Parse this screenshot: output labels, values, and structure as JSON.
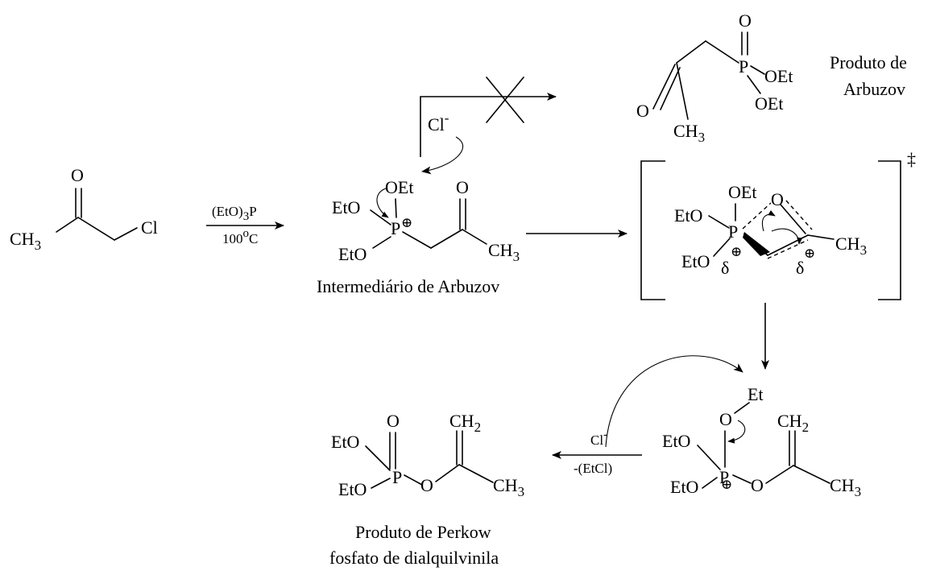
{
  "atoms": {
    "O": "O",
    "Cl": "Cl",
    "CH3": "CH",
    "sub3": "3",
    "CH2": "CH",
    "sub2": "2",
    "P": "P",
    "OEt": "OEt",
    "EtO": "EtO",
    "Et": "Et",
    "Cl_minus": "Cl",
    "minus": "-",
    "delta": "δ",
    "plus": "⊕",
    "dagger": "‡"
  },
  "reagent": {
    "line1_a": "(EtO)",
    "line1_sub": "3",
    "line1_b": "P",
    "line2_a": "100",
    "line2_sup": "o",
    "line2_b": "C"
  },
  "elimination": {
    "line1": "Cl",
    "line1_sup": "-",
    "line2": "-(EtCl)"
  },
  "labels": {
    "arbuzov_product_1": "Produto de",
    "arbuzov_product_2": "Arbuzov",
    "arbuzov_intermediate": "Intermediário de Arbuzov",
    "perkow_product_1": "Produto de Perkow",
    "perkow_product_2": "fosfato de dialquilvinila"
  }
}
